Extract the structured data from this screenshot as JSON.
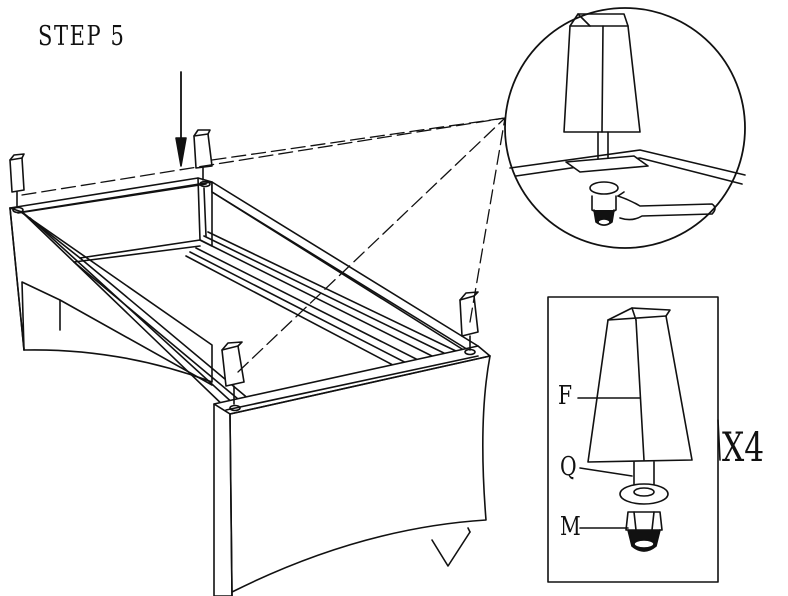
{
  "step": {
    "title": "STEP 5"
  },
  "parts": {
    "f_label": "F",
    "q_label": "Q",
    "m_label": "M"
  },
  "quantity": "X4",
  "colors": {
    "ink": "#111111",
    "background": "#ffffff"
  }
}
